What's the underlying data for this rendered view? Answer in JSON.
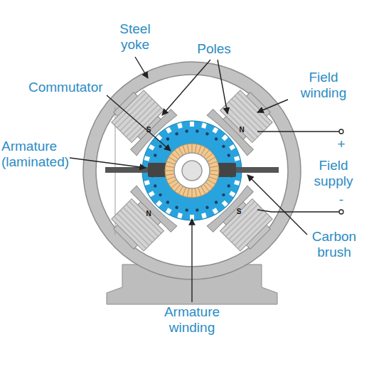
{
  "diagram": {
    "labels": [
      "Steel yoke",
      "Poles",
      "Commutator",
      "Field winding",
      "Armature (laminated)",
      "Field supply",
      "+",
      "-",
      "Carbon brush",
      "Armature winding",
      "S",
      "N",
      "N",
      "S"
    ]
  }
}
